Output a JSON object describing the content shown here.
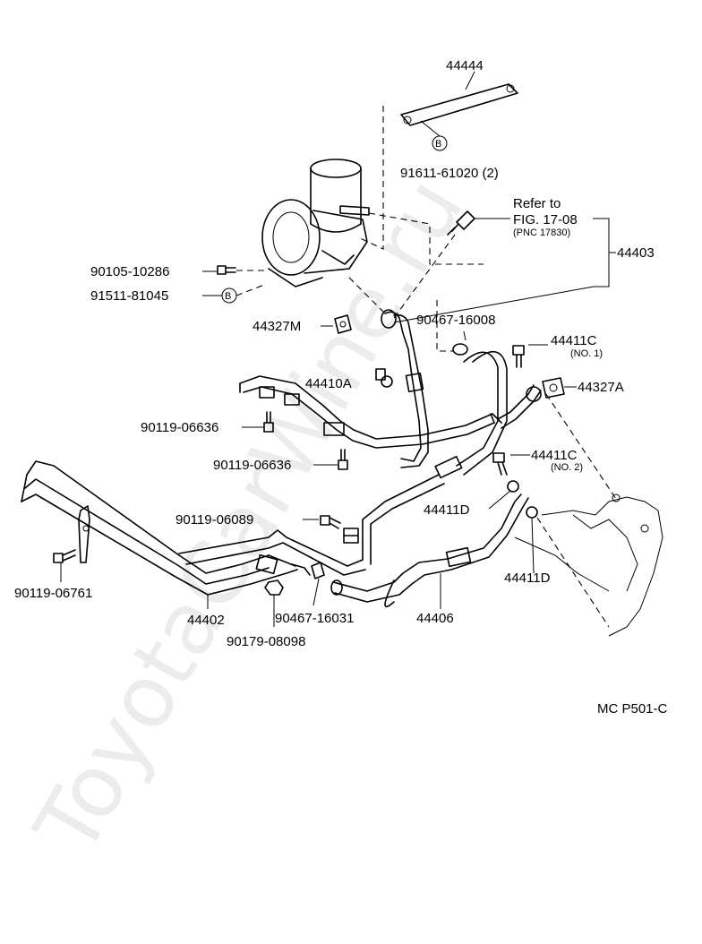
{
  "watermark": "ToyotaCarWine.ru",
  "figure_code": "MC  P501-C",
  "refer": {
    "line1": "Refer to",
    "line2": "FIG. 17-08",
    "line3": "(PNC 17830)"
  },
  "labels": {
    "p44444": "44444",
    "p91611": "91611-61020 (2)",
    "p44403": "44403",
    "p90105": "90105-10286",
    "p91511": "91511-81045",
    "p44327M": "44327M",
    "p90467a": "90467-16008",
    "p44411C1": "44411C",
    "p44411C1_note": "(NO. 1)",
    "p44410A": "44410A",
    "p44327A": "44327A",
    "p90119_06636a": "90119-06636",
    "p90119_06636b": "90119-06636",
    "p44411C2": "44411C",
    "p44411C2_note": "(NO. 2)",
    "p44411D1": "44411D",
    "p90119_06089": "90119-06089",
    "p44411D2": "44411D",
    "p90119_06761": "90119-06761",
    "p44402": "44402",
    "p90467b": "90467-16031",
    "p44406": "44406",
    "p90179": "90179-08098",
    "b_marker": "B"
  }
}
